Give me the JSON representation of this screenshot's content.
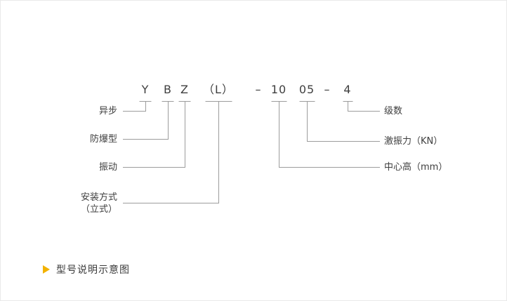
{
  "code": {
    "segments": [
      {
        "text": "Y"
      },
      {
        "text": "B"
      },
      {
        "text": "Z"
      },
      {
        "text": "（L）"
      },
      {
        "text": "–"
      },
      {
        "text": "10"
      },
      {
        "text": "05"
      },
      {
        "text": "–"
      },
      {
        "text": "4"
      }
    ]
  },
  "labels_left": [
    {
      "text": "异步"
    },
    {
      "text": "防爆型"
    },
    {
      "text": "振动"
    },
    {
      "line1": "安装方式",
      "line2": "（立式）"
    }
  ],
  "labels_right": [
    {
      "text": "级数"
    },
    {
      "text": "激振力（KN）"
    },
    {
      "text": "中心高（mm）"
    }
  ],
  "caption": {
    "text": "型号说明示意图"
  },
  "colors": {
    "line": "#9c9c9c",
    "text": "#3f3f3f",
    "accent": "#f2b200",
    "border": "#e9e9e9"
  }
}
